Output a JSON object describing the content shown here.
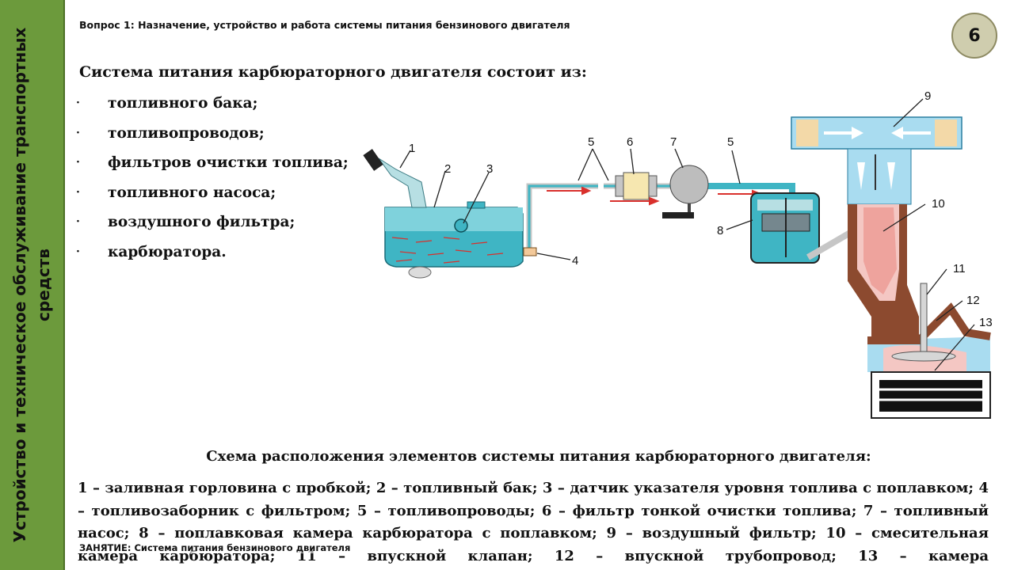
{
  "sidebar": {
    "title": "Устройство и техническое обслуживание транспортных средств"
  },
  "header": {
    "question": "Вопрос 1: Назначение, устройство и работа системы питания бензинового двигателя"
  },
  "page_number": "6",
  "intro": "Система питания карбюраторного двигателя состоит из:",
  "components": [
    {
      "bullet": "·",
      "text": "топливного бака;"
    },
    {
      "bullet": "·",
      "text": "топливопроводов;"
    },
    {
      "bullet": "·",
      "text": "фильтров очистки топлива;"
    },
    {
      "bullet": "·",
      "text": "топливного насоса;"
    },
    {
      "bullet": "·",
      "text": "воздушного фильтра;"
    },
    {
      "bullet": "·",
      "text": "карбюратора."
    }
  ],
  "diagram": {
    "labels": [
      "1",
      "2",
      "3",
      "4",
      "5",
      "6",
      "7",
      "5",
      "8",
      "9",
      "10",
      "11",
      "12",
      "13"
    ],
    "colors": {
      "fuel": "#3fb5c4",
      "air": "#a9dcf0",
      "metal": "#c6c6c6",
      "arrow": "#d9302c",
      "engine_body": "#8c4a2f"
    }
  },
  "caption": {
    "title": "Схема расположения элементов системы питания карбюраторного двигателя:",
    "legend": "1 – заливная горловина с пробкой; 2 – топливный бак; 3 – датчик указателя уровня топлива с поплавком; 4 – топливозаборник с фильтром; 5 – топливопроводы; 6 – фильтр тонкой очистки топлива; 7 – топливный насос; 8 – поплавковая камера карбюратора с поплавком; 9 – воздушный фильтр; 10 – смесительная камера карбюратора; 11 – впускной клапан; 12 – впускной трубопровод; 13 – камера"
  },
  "footer": {
    "lesson": "ЗАНЯТИЕ: Система питания бензинового двигателя"
  }
}
